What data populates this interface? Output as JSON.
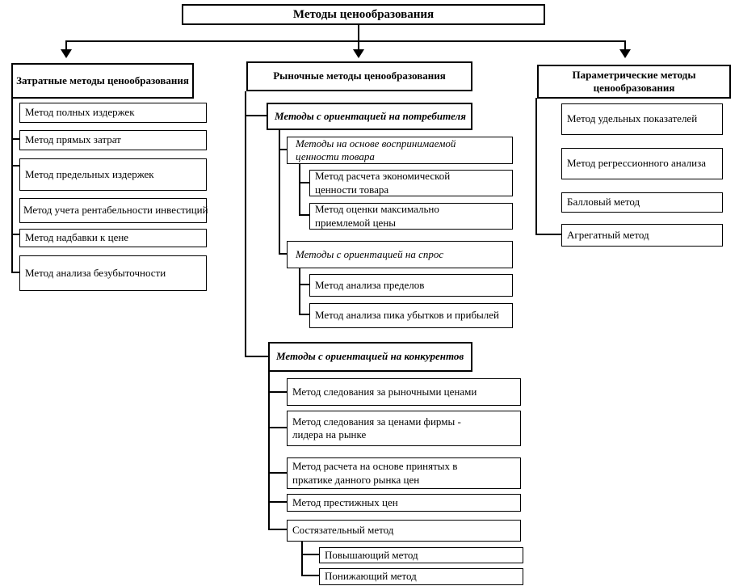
{
  "title": "Методы ценообразования",
  "cost": {
    "header": "Затратные методы ценообразования",
    "items": [
      "Метод полных издержек",
      "Метод прямых затрат",
      "Метод предельных издержек",
      "Метод учета рентабельности инвестиций",
      "Метод надбавки к цене",
      "Метод анализа безубыточности"
    ]
  },
  "market": {
    "header": "Рыночные методы ценообразования",
    "consumer": {
      "header": "Методы с ориентацией на потребителя",
      "perceived": {
        "header": "Методы на основе воспринимаемой ценности товара",
        "items": [
          "Метод расчета экономической ценности товара",
          "Метод оценки максимально приемлемой цены"
        ]
      },
      "demand": {
        "header": "Методы с ориентацией на спрос",
        "items": [
          "Метод анализа пределов",
          "Метод анализа пика убытков и прибылей"
        ]
      }
    },
    "competitor": {
      "header": "Методы с ориентацией на конкурентов",
      "items": [
        "Метод следования за рыночными ценами",
        "Метод следования за ценами фирмы - лидера на рынке",
        "Метод расчета на основе принятых в пркатике данного рынка цен",
        "Метод престижных цен",
        "Состязательный метод"
      ],
      "auction": {
        "items": [
          "Повышающий метод",
          "Понижающий метод"
        ]
      }
    }
  },
  "parametric": {
    "header": "Параметрические методы ценообразования",
    "items": [
      "Метод удельных показателей",
      "Метод регрессионного анализа",
      "Балловый метод",
      "Агрегатный метод"
    ]
  },
  "colors": {
    "line": "#000000",
    "background": "#ffffff"
  }
}
